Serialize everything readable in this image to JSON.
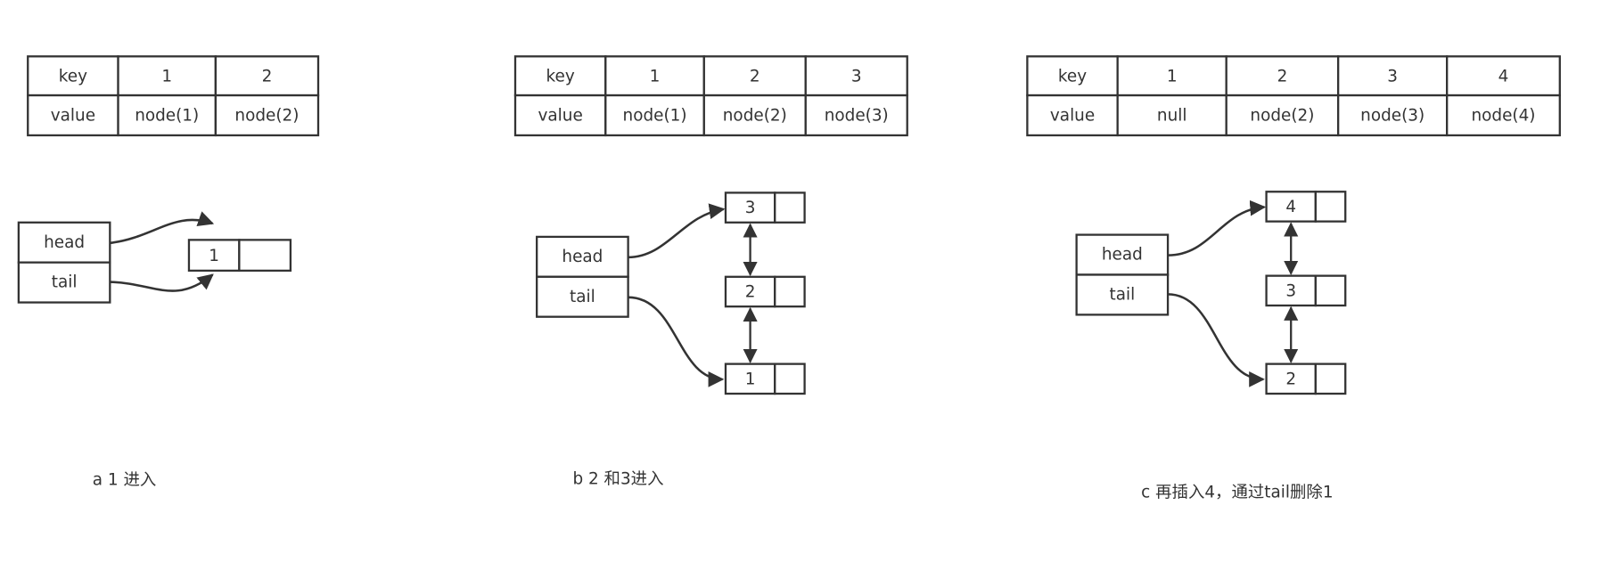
{
  "panels": [
    {
      "table": {
        "row_labels": [
          "key",
          "value"
        ],
        "keys": [
          "1",
          "2"
        ],
        "values": [
          "node(1)",
          "node(2)"
        ]
      },
      "pointers": [
        "head",
        "tail"
      ],
      "nodes": [
        "1"
      ],
      "caption": "a 1 进入"
    },
    {
      "table": {
        "row_labels": [
          "key",
          "value"
        ],
        "keys": [
          "1",
          "2",
          "3"
        ],
        "values": [
          "node(1)",
          "node(2)",
          "node(3)"
        ]
      },
      "pointers": [
        "head",
        "tail"
      ],
      "nodes": [
        "3",
        "2",
        "1"
      ],
      "caption": "b 2 和3进入"
    },
    {
      "table": {
        "row_labels": [
          "key",
          "value"
        ],
        "keys": [
          "1",
          "2",
          "3",
          "4"
        ],
        "values": [
          "null",
          "node(2)",
          "node(3)",
          "node(4)"
        ]
      },
      "pointers": [
        "head",
        "tail"
      ],
      "nodes": [
        "4",
        "3",
        "2"
      ],
      "caption": "c 再插入4，通过tail删除1"
    }
  ],
  "colors": {
    "stroke": "#333333",
    "background": "#ffffff"
  }
}
